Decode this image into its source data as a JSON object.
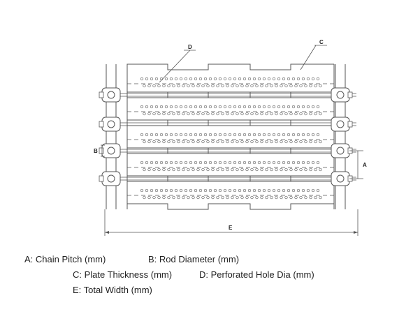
{
  "diagram": {
    "labels": {
      "a": "A",
      "b": "B",
      "c": "C",
      "d": "D",
      "e": "E"
    }
  },
  "legend": {
    "a": "A: Chain Pitch (mm)",
    "b": "B: Rod Diameter (mm)",
    "c": "C: Plate Thickness (mm)",
    "d": "D: Perforated Hole Dia (mm)",
    "e": "E: Total Width (mm)"
  },
  "colors": {
    "line": "#555555",
    "text": "#222222",
    "hole": "#666666"
  }
}
